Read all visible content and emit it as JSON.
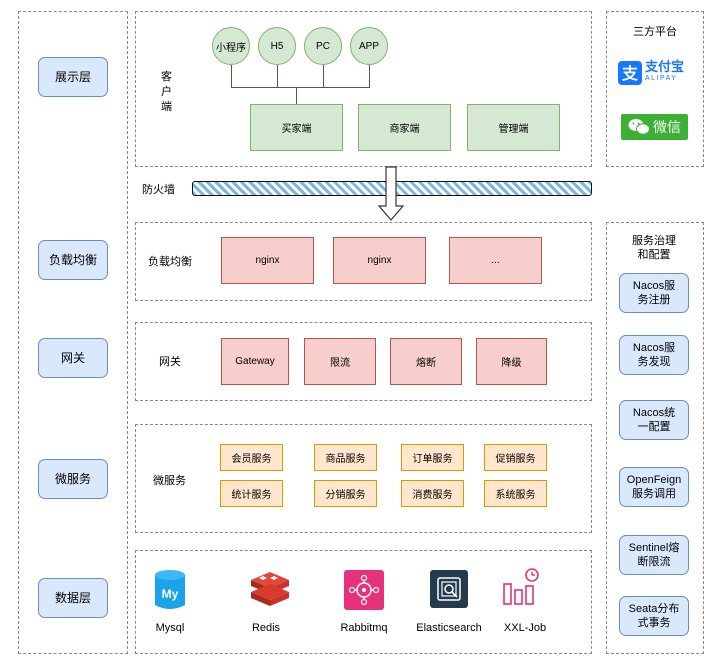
{
  "left_layers": [
    "展示层",
    "负载均衡",
    "网关",
    "微服务",
    "数据层"
  ],
  "client": {
    "label": "客户端",
    "channels": [
      "小程序",
      "H5",
      "PC",
      "APP"
    ],
    "endpoints": [
      "买家端",
      "商家端",
      "管理端"
    ]
  },
  "firewall": {
    "label": "防火墙"
  },
  "load_balance": {
    "label": "负载均衡",
    "items": [
      "nginx",
      "nginx",
      "..."
    ]
  },
  "gateway": {
    "label": "网关",
    "items": [
      "Gateway",
      "限流",
      "熔断",
      "降级"
    ]
  },
  "microservices": {
    "label": "微服务",
    "items": [
      "会员服务",
      "商品服务",
      "订单服务",
      "促销服务",
      "统计服务",
      "分销服务",
      "消费服务",
      "系统服务"
    ]
  },
  "data_layer": {
    "items": [
      {
        "name": "Mysql",
        "icon": "mysql-icon"
      },
      {
        "name": "Redis",
        "icon": "redis-icon"
      },
      {
        "name": "Rabbitmq",
        "icon": "rabbitmq-icon"
      },
      {
        "name": "Elasticsearch",
        "icon": "elasticsearch-icon"
      },
      {
        "name": "XXL-Job",
        "icon": "xxl-job-icon"
      }
    ]
  },
  "third_party": {
    "title": "三方平台",
    "alipay": {
      "cn": "支付宝",
      "en": "ALIPAY"
    },
    "wechat": {
      "cn": "微信"
    }
  },
  "governance": {
    "title": "服务治理和配置",
    "items": [
      "Nacos服务注册",
      "Nacos服务发现",
      "Nacos统一配置",
      "OpenFeign服务调用",
      "Sentinel熔断限流",
      "Seata分布式事务"
    ]
  },
  "colors": {
    "layer_fill": "#dae8fc",
    "layer_border": "#6c8ebf",
    "green_fill": "#d5e8d4",
    "green_border": "#82b366",
    "red_fill": "#f8cecc",
    "red_border": "#b85450",
    "orange_fill": "#ffe6cc",
    "orange_border": "#d79b00",
    "alipay_blue": "#1678ff",
    "wechat_green": "#3cb035"
  }
}
